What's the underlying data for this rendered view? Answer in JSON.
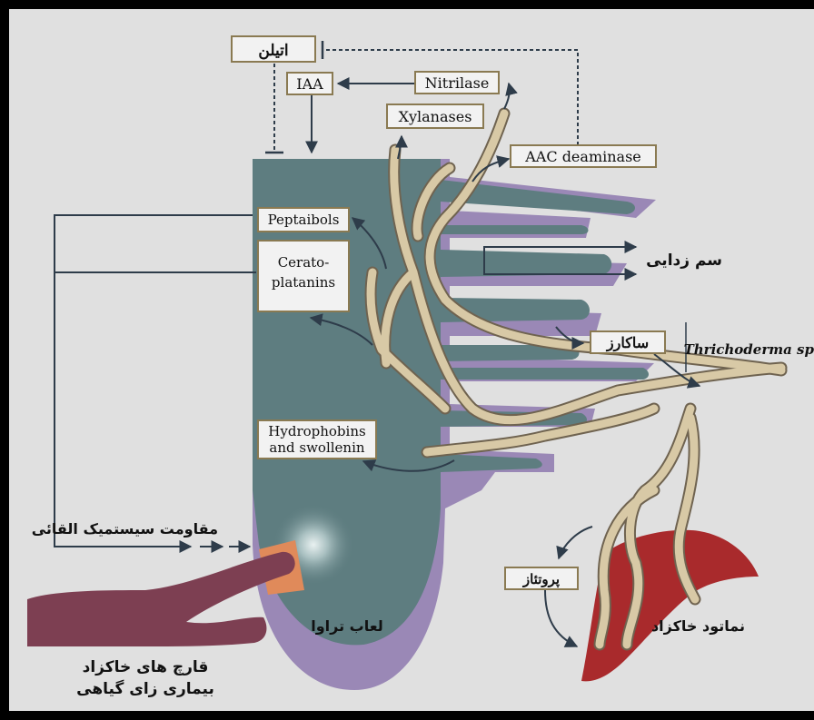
{
  "boxes": {
    "ethylene": "اتیلن",
    "iaa": "IAA",
    "nitrilase": "Nitrilase",
    "xylanases": "Xylanases",
    "acc_deaminase": "AAC deaminase",
    "peptaibols": "Peptaibols",
    "cerato_line1": "Cerato-",
    "cerato_line2": "platanins",
    "hydrophobins_line1": "Hydrophobins",
    "hydrophobins_line2": "and swollenin",
    "saccharase": "ساکارز",
    "protease": "پروتئاز"
  },
  "labels": {
    "detox": "سم زدایی",
    "species": "Thrichoderma sp",
    "isr": "مقاومت سیستمیک القائی",
    "mucilage": "لعاب تراوا",
    "nematode": "نماتود خاکزاد",
    "pathogen_line1": "قارچ های خاکزاد",
    "pathogen_line2": "بیماری زای گیاهی"
  },
  "colors": {
    "background": "#e0e0e0",
    "root": "#5e7d80",
    "mucilage": "#9a88b6",
    "hypha": "#d8c9a6",
    "hypha_edge": "#6f6350",
    "nematode": "#a92a2c",
    "pathogen": "#7d3f52",
    "infection_zone": "#e08a5a",
    "arrow": "#2e3c4a"
  }
}
